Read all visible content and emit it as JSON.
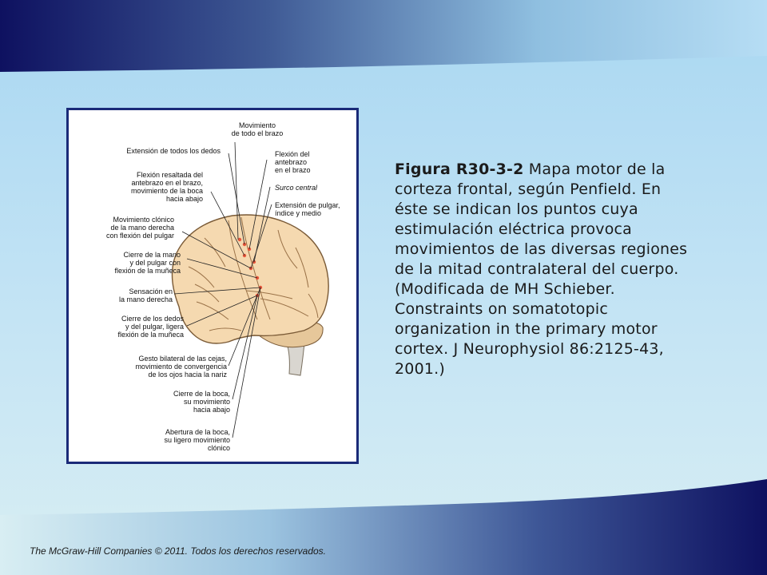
{
  "figure": {
    "labels": {
      "movimiento_brazo": "Movimiento\nde todo el brazo",
      "extension_dedos": "Extensión de todos los dedos",
      "flexion_antebrazo": "Flexión del\nantebrazo\nen el brazo",
      "flexion_resaltada": "Flexión resaltada del\nantebrazo en el brazo,\nmovimiento de la boca\nhacia abajo",
      "surco_central": "Surco central",
      "extension_pulgar": "Extensión de pulgar,\níndice y medio",
      "movimiento_clonico": "Movimiento clónico\nde la mano derecha\ncon flexión del pulgar",
      "cierre_mano": "Cierre de la mano\ny del pulgar con\nflexión de la muñeca",
      "sensacion": "Sensación en\nla mano derecha",
      "cierre_dedos": "Cierre de los dedos\ny del pulgar, ligera\nflexión de la muñeca",
      "gesto_bilateral": "Gesto bilateral de las cejas,\nmovimiento de convergencia\nde los ojos hacia la nariz",
      "cierre_boca": "Cierre de la boca,\nsu movimiento\nhacia abajo",
      "abertura_boca": "Abertura de la boca,\nsu ligero movimiento\nclónico"
    }
  },
  "caption": {
    "figure_id": "Figura R30-3-2",
    "text": " Mapa motor de la corteza frontal, según Penfield. En éste se indican los puntos cuya estimulación eléctrica provoca movimientos de las diversas regiones de la mitad contralateral del cuerpo. (Modificada de MH Schieber. Constraints on somatotopic organization in the primary motor cortex. J Neurophysiol 86:2125-43, 2001.)"
  },
  "footer": {
    "text": "The McGraw-Hill Companies © 2011. Todos los derechos reservados."
  },
  "colors": {
    "navy": "#0e1160",
    "sky": "#a9d7f2",
    "brain": "#f5d9b0",
    "brain_outline": "#7a5a36",
    "stim_point": "#e8553a",
    "frame": "#1a2a78"
  }
}
